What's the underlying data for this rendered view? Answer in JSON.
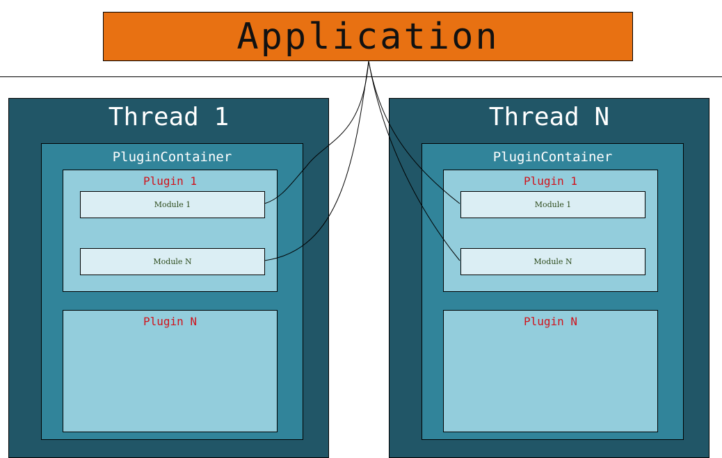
{
  "application": {
    "label": "Application"
  },
  "threads": [
    {
      "title": "Thread 1",
      "container": "PluginContainer",
      "plugin_first": {
        "title": "Plugin 1",
        "modules": [
          "Module 1",
          "Module N"
        ]
      },
      "plugin_last": {
        "title": "Plugin N"
      }
    },
    {
      "title": "Thread N",
      "container": "PluginContainer",
      "plugin_first": {
        "title": "Plugin 1",
        "modules": [
          "Module 1",
          "Module N"
        ]
      },
      "plugin_last": {
        "title": "Plugin N"
      }
    }
  ],
  "colors": {
    "application": "#e87112",
    "thread": "#215667",
    "container": "#31849a",
    "plugin": "#93cddc",
    "module": "#dbeef4",
    "plugin_title": "#d0121b",
    "module_text": "#2b4a1a"
  }
}
